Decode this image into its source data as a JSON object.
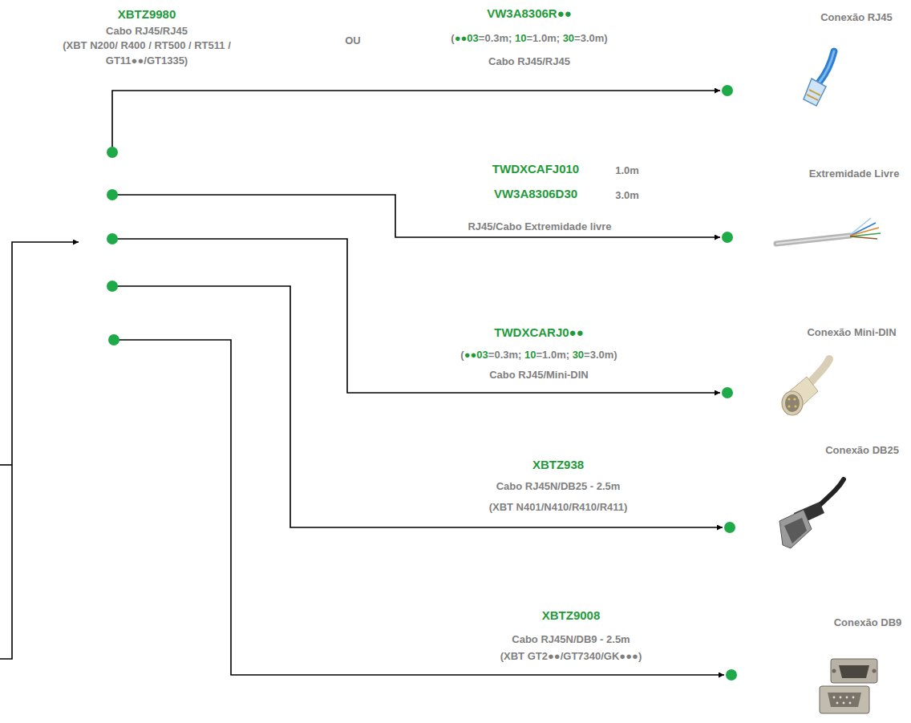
{
  "diagram": {
    "nodes": [
      {
        "text": [
          "Conexão RJ45"
        ]
      },
      {
        "text": [
          "Extremidade Livre"
        ]
      },
      {
        "text": [
          "Conexão Mini-DIN"
        ]
      },
      {
        "text": [
          "Conexão DB25"
        ]
      },
      {
        "text": [
          "Conexão DB9"
        ]
      }
    ],
    "labels": [
      "XBTZ9980",
      "Cabo RJ45/RJ45",
      "(XBT N200/ R400 / RT500 / RT511 / GT11●●/GT1335)",
      "OU",
      "VW3A8306R●●",
      "(●●03=0.3m; 10=1.0m; 30=3.0m)",
      "Cabo RJ45/RJ45",
      "TWDXCAFJ010",
      "1.0m",
      "VW3A8306D30",
      "3.0m",
      "RJ45/Cabo Extremidade livre",
      "TWDXCARJ0●●",
      "(●●03=0.3m; 10=1.0m; 30=3.0m)",
      "Cabo RJ45/Mini-DIN",
      "XBTZ938",
      "Cabo RJ45N/DB25 - 2.5m",
      "(XBT N401/N410/R410/R411)",
      "XBTZ9008",
      "Cabo RJ45N/DB9 - 2.5m",
      "(XBT GT2●●/GT7340/GK●●●)"
    ]
  }
}
